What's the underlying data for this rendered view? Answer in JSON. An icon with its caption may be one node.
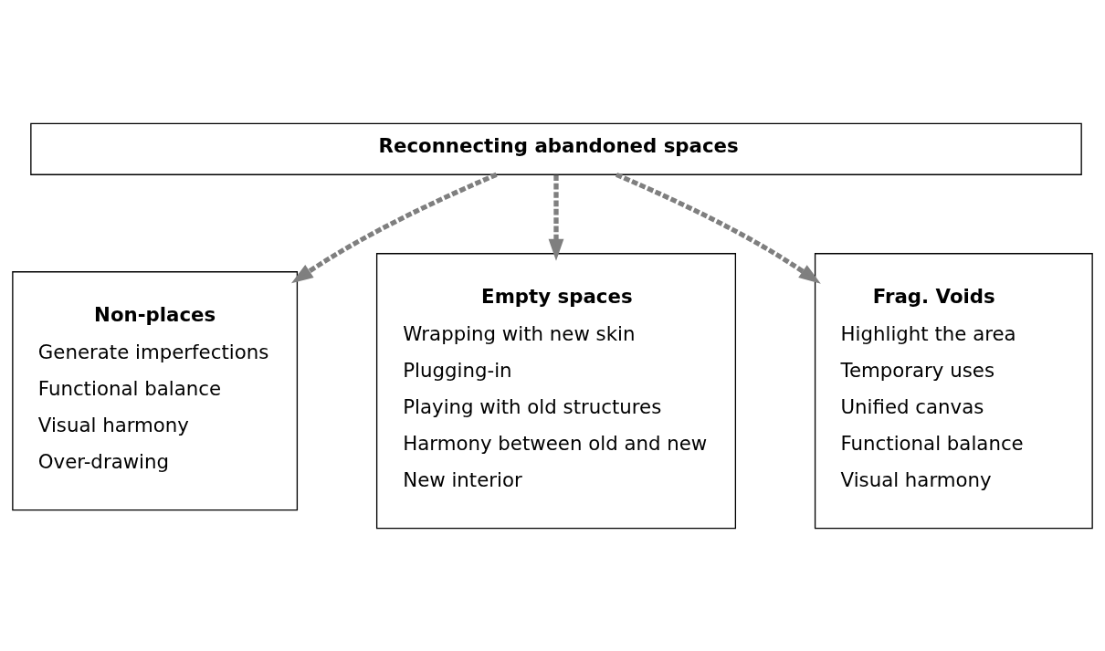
{
  "diagram": {
    "nodes": [
      {
        "text": [
          "Reconnecting abandoned spaces"
        ]
      },
      {
        "text": [
          "Non-places",
          "Generate imperfections",
          "Functional balance",
          "Visual harmony",
          "Over-drawing"
        ]
      },
      {
        "text": [
          "Empty spaces",
          "Wrapping with new skin",
          "Plugging-in",
          "Playing with old structures",
          "Harmony between old and new",
          "New interior"
        ]
      },
      {
        "text": [
          "Frag. Voids",
          "Highlight the area",
          "Temporary uses",
          "Unified canvas",
          "Functional balance",
          "Visual harmony"
        ]
      }
    ],
    "edges": [
      {
        "from": 0,
        "to": 1,
        "arrow": "to",
        "style": "dashed"
      },
      {
        "from": 0,
        "to": 2,
        "arrow": "to",
        "style": "dashed"
      },
      {
        "from": 0,
        "to": 3,
        "arrow": "to",
        "style": "dashed"
      }
    ]
  }
}
